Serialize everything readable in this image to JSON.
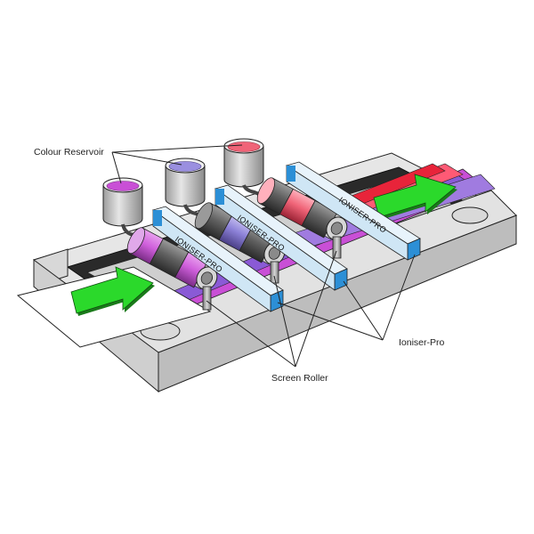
{
  "labels": {
    "reservoir": "Colour Reservoir",
    "ioniser": "Ioniser-Pro",
    "roller": "Screen Roller"
  },
  "bar_text": [
    "IONISER-PRO",
    "IONISER-PRO",
    "IONISER-PRO"
  ],
  "colors": {
    "frame_top": "#e4e4e4",
    "frame_side": "#c2c2c2",
    "frame_dark": "#a6a6a6",
    "slot": "#2a2a2a",
    "magenta": "#c94fd6",
    "purple": "#8a5ad6",
    "violet": "#a07be0",
    "pink": "#ff5a75",
    "red": "#e8243a",
    "arrow": "#2bd92b",
    "bar_face": "#cfe6f5",
    "bar_blue": "#2c8fd6",
    "roller_dark": "#555555",
    "cup_body": "#c8c8c8"
  },
  "icons": [
    "direction-arrow-icon",
    "direction-arrow-icon"
  ]
}
